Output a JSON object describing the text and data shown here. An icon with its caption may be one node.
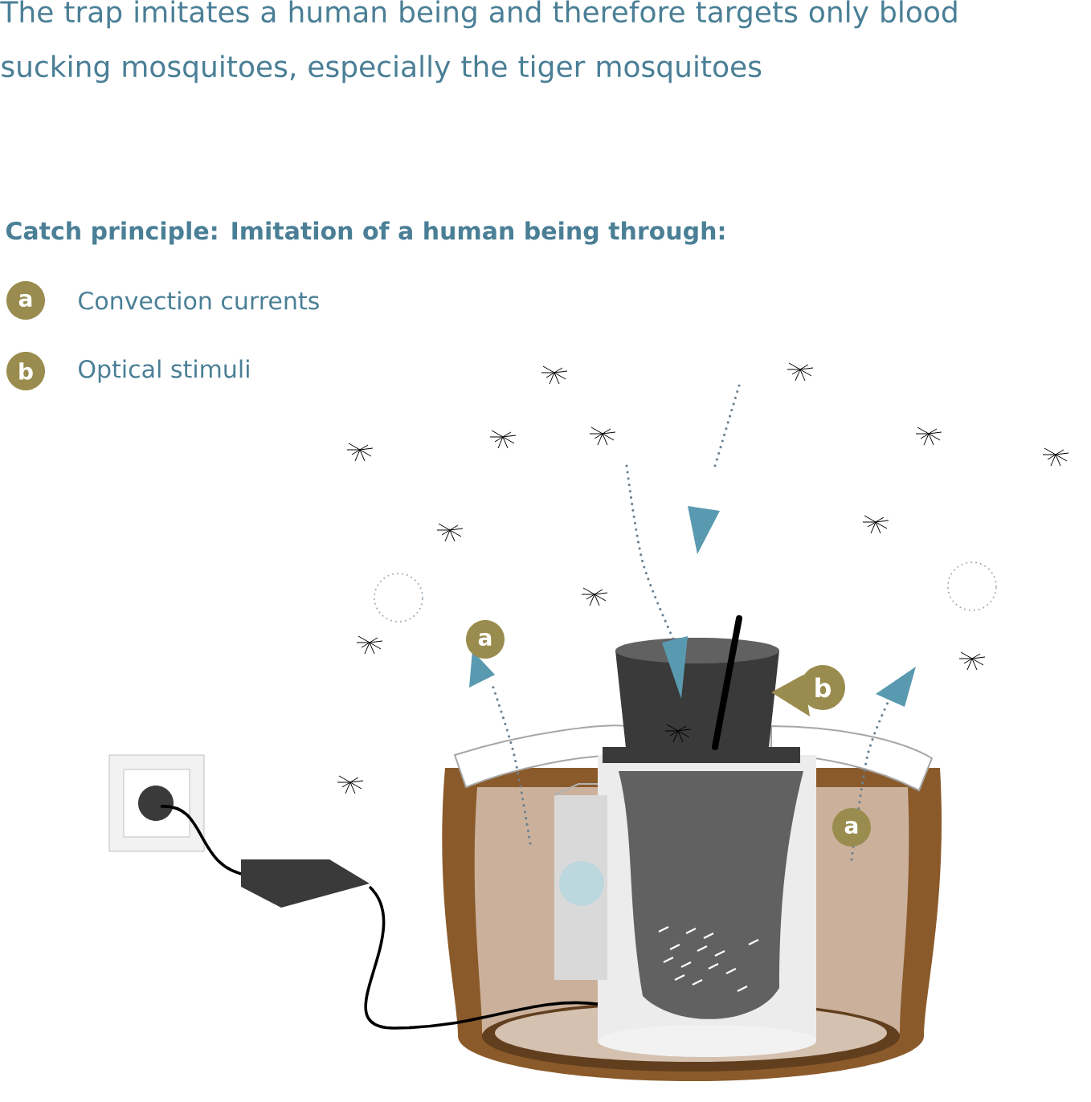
{
  "diagram": {
    "title": "The trap imitates a human being and therefore targets only blood sucking mosquitoes, especially the tiger mosquitoes",
    "labels": [
      "Catch principle: Imitation of a human being through:",
      "a",
      "Convection currents",
      "b",
      "Optical stimuli",
      "a",
      "b",
      "a"
    ]
  }
}
